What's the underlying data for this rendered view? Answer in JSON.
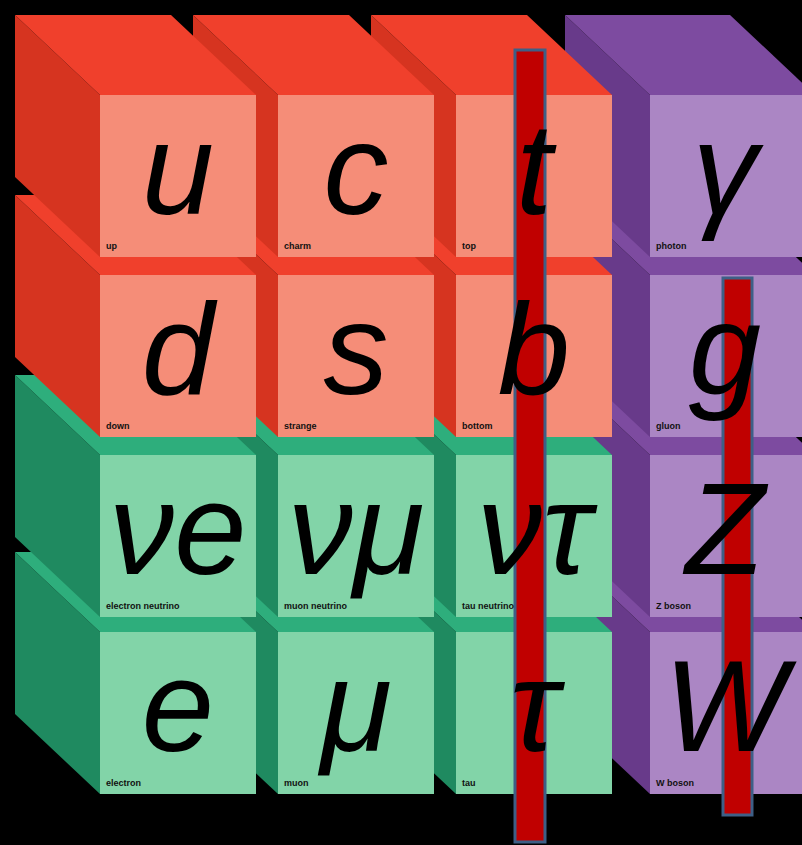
{
  "diagram": {
    "nodes": [
      {
        "text": [
          "u",
          "up"
        ]
      },
      {
        "text": [
          "c",
          "charm"
        ]
      },
      {
        "text": [
          "t",
          "top"
        ]
      },
      {
        "text": [
          "γ",
          "photon"
        ]
      },
      {
        "text": [
          "d",
          "down"
        ]
      },
      {
        "text": [
          "s",
          "strange"
        ]
      },
      {
        "text": [
          "b",
          "bottom"
        ]
      },
      {
        "text": [
          "g",
          "gluon"
        ]
      },
      {
        "text": [
          "νe",
          "electron neutrino"
        ]
      },
      {
        "text": [
          "νμ",
          "muon neutrino"
        ]
      },
      {
        "text": [
          "ντ",
          "tau neutrino"
        ]
      },
      {
        "text": [
          "Z",
          "Z boson"
        ]
      },
      {
        "text": [
          "e",
          "electron"
        ]
      },
      {
        "text": [
          "μ",
          "muon"
        ]
      },
      {
        "text": [
          "τ",
          "tau"
        ]
      },
      {
        "text": [
          "W",
          "W boson"
        ]
      }
    ]
  }
}
